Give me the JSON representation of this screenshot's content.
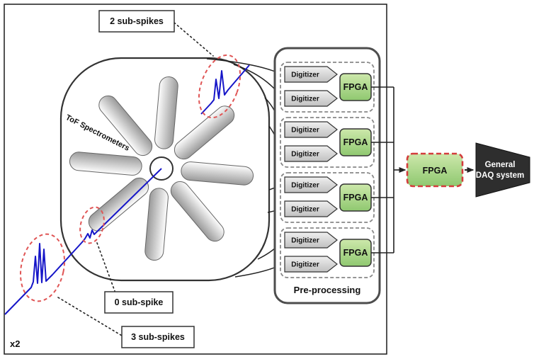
{
  "diagram": {
    "corner_label": "x2",
    "wheel": {
      "label": "ToF Spectrometers"
    },
    "annotations": {
      "two_sub_spikes": "2 sub-spikes",
      "zero_sub_spike": "0 sub-spike",
      "three_sub_spikes": "3 sub-spikes"
    },
    "preprocessing": {
      "title": "Pre-processing",
      "groups": [
        {
          "digitizers": [
            "Digitizer",
            "Digitizer"
          ],
          "fpga": "FPGA"
        },
        {
          "digitizers": [
            "Digitizer",
            "Digitizer"
          ],
          "fpga": "FPGA"
        },
        {
          "digitizers": [
            "Digitizer",
            "Digitizer"
          ],
          "fpga": "FPGA"
        },
        {
          "digitizers": [
            "Digitizer",
            "Digitizer"
          ],
          "fpga": "FPGA"
        }
      ]
    },
    "external_fpga_label": "FPGA",
    "daq": {
      "lines": [
        "General",
        "DAQ system"
      ]
    },
    "colors": {
      "fpga_green": "#a9d284",
      "signal_blue": "#1616c8",
      "highlight_red": "#e05555",
      "daq_dark": "#2e2e2e"
    }
  }
}
